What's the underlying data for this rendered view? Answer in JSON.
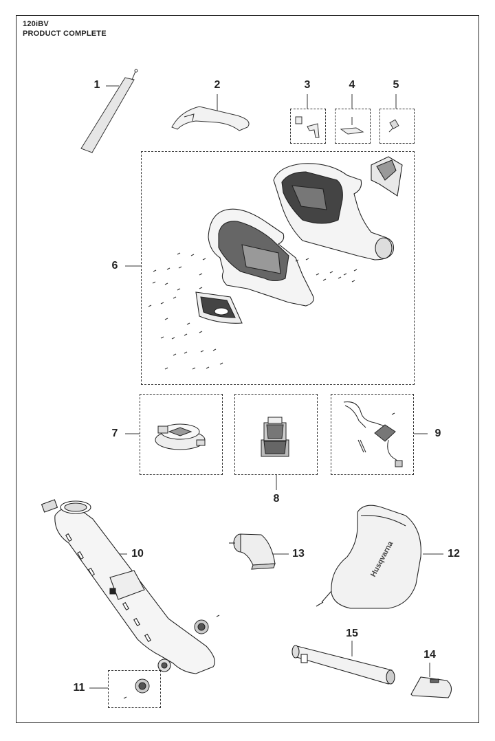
{
  "header": {
    "model": "120iBV",
    "section": "PRODUCT COMPLETE"
  },
  "callouts": [
    "1",
    "2",
    "3",
    "4",
    "5",
    "6",
    "7",
    "8",
    "9",
    "10",
    "11",
    "12",
    "13",
    "14",
    "15"
  ],
  "brand_logo_text": "Husqvarna"
}
